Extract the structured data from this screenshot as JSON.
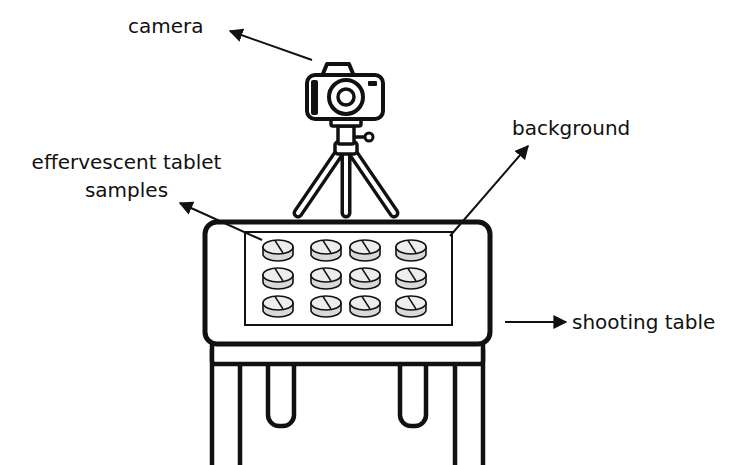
{
  "diagram": {
    "labels": [
      "camera",
      "effervescent tablet samples",
      "background",
      "shooting table"
    ]
  }
}
